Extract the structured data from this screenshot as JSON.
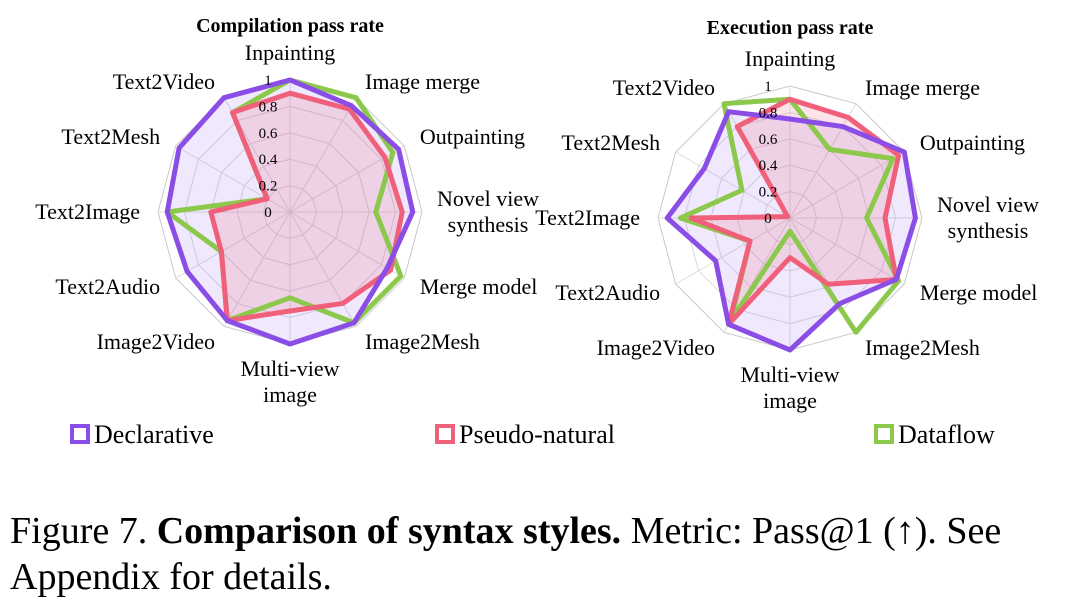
{
  "chart_data": [
    {
      "type": "radar",
      "title": "Compilation pass rate",
      "categories": [
        "Inpainting",
        "Image merge",
        "Outpainting",
        "Novel view synthesis",
        "Merge model",
        "Image2Mesh",
        "Multi-view image",
        "Image2Video",
        "Text2Audio",
        "Text2Image",
        "Text2Mesh",
        "Text2Video"
      ],
      "rlim": [
        0,
        1
      ],
      "ticks": [
        "0",
        "0.2",
        "0.4",
        "0.6",
        "0.8",
        "1"
      ],
      "grid": true,
      "series": [
        {
          "name": "Declarative",
          "color": "#8a4de6",
          "values": [
            1.0,
            0.93,
            0.95,
            0.93,
            0.85,
            0.97,
            1.0,
            0.95,
            0.9,
            0.93,
            0.97,
            1.0
          ]
        },
        {
          "name": "Pseudo-natural",
          "color": "#f0607a",
          "values": [
            0.9,
            0.9,
            0.83,
            0.85,
            0.88,
            0.8,
            0.75,
            0.95,
            0.6,
            0.6,
            0.2,
            0.87
          ]
        },
        {
          "name": "Dataflow",
          "color": "#8cc84b",
          "values": [
            1.0,
            1.0,
            0.9,
            0.65,
            0.97,
            0.97,
            0.65,
            0.95,
            0.6,
            0.93,
            0.2,
            0.87
          ]
        }
      ]
    },
    {
      "type": "radar",
      "title": "Execution pass rate",
      "categories": [
        "Inpainting",
        "Image merge",
        "Outpainting",
        "Novel view synthesis",
        "Merge model",
        "Image2Mesh",
        "Multi-view image",
        "Image2Video",
        "Text2Audio",
        "Text2Image",
        "Text2Mesh",
        "Text2Video"
      ],
      "rlim": [
        0,
        1
      ],
      "ticks": [
        "0",
        "0.2",
        "0.4",
        "0.6",
        "0.8",
        "1"
      ],
      "grid": true,
      "series": [
        {
          "name": "Declarative",
          "color": "#8a4de6",
          "values": [
            0.75,
            0.8,
            1.0,
            0.95,
            0.93,
            0.75,
            1.0,
            0.93,
            0.65,
            0.93,
            0.75,
            0.93
          ]
        },
        {
          "name": "Pseudo-natural",
          "color": "#f0607a",
          "values": [
            0.9,
            0.88,
            0.95,
            0.72,
            0.93,
            0.58,
            0.3,
            0.93,
            0.35,
            0.75,
            0.02,
            0.8
          ]
        },
        {
          "name": "Dataflow",
          "color": "#8cc84b",
          "values": [
            0.9,
            0.6,
            0.9,
            0.58,
            0.95,
            1.0,
            0.1,
            0.9,
            0.35,
            0.83,
            0.42,
            1.0
          ]
        }
      ]
    }
  ],
  "legend": [
    {
      "label": "Declarative",
      "color": "#8a4de6"
    },
    {
      "label": "Pseudo-natural",
      "color": "#f0607a"
    },
    {
      "label": "Dataflow",
      "color": "#8cc84b"
    }
  ],
  "caption": {
    "prefix": "Figure 7. ",
    "bold": "Comparison of syntax styles.",
    "rest": " Metric: Pass@1 (↑). See Appendix for details."
  }
}
